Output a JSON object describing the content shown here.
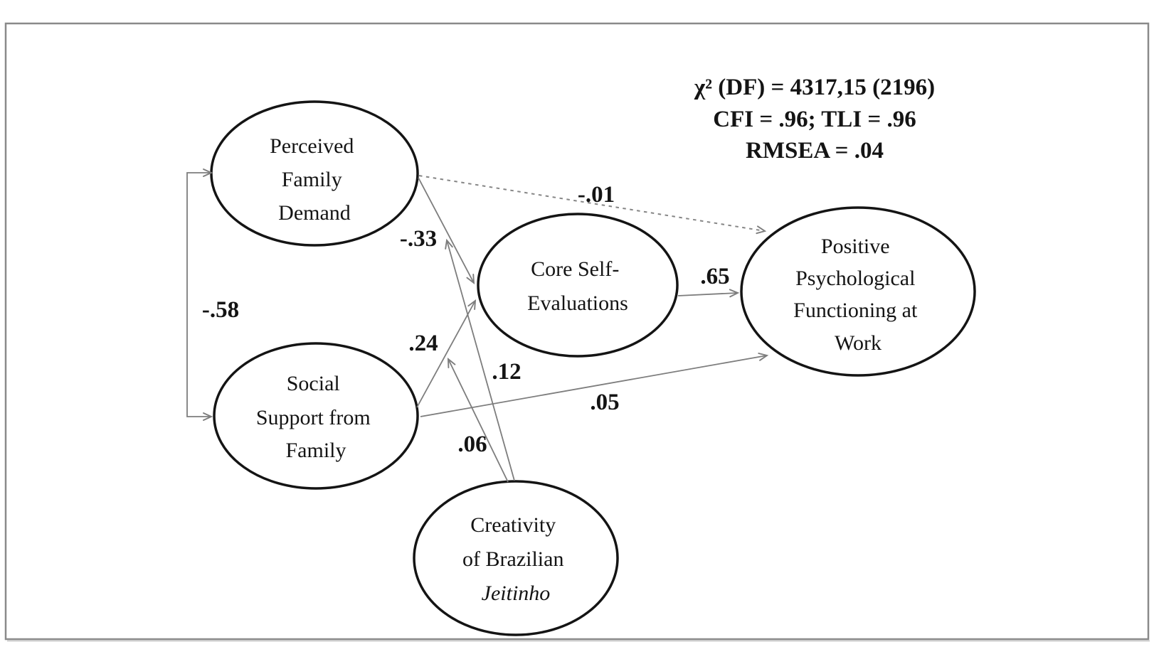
{
  "figure": {
    "background_color": "#ffffff",
    "border_color": "#8a8a8a",
    "edge_color": "#7d7d7d",
    "node_stroke_color": "#141414",
    "text_color": "#141414"
  },
  "fit_statistics": {
    "line1": "χ² (DF) = 4317,15 (2196)",
    "line2": "CFI = .96; TLI = .96",
    "line3": "RMSEA = .04"
  },
  "diagram": {
    "type": "sem-path-diagram",
    "nodes": [
      {
        "id": "perceived-family-demand",
        "lines": [
          "Perceived",
          "Family",
          "Demand"
        ]
      },
      {
        "id": "social-support-from-family",
        "lines": [
          "Social",
          "Support from",
          "Family"
        ]
      },
      {
        "id": "creativity-of-brazilian-jeitinho",
        "lines": [
          "Creativity",
          "of Brazilian",
          "Jeitinho"
        ],
        "italic_line_index": 2
      },
      {
        "id": "core-self-evaluations",
        "lines": [
          "Core Self-",
          "Evaluations"
        ]
      },
      {
        "id": "positive-psychological-functioning-at-work",
        "lines": [
          "Positive",
          "Psychological",
          "Functioning at",
          "Work"
        ]
      }
    ],
    "edges": [
      {
        "from": "perceived-family-demand",
        "to": "social-support-from-family",
        "type": "correlation-double-headed",
        "coefficient": "-.58"
      },
      {
        "from": "perceived-family-demand",
        "to": "core-self-evaluations",
        "type": "direct",
        "coefficient": "-.33"
      },
      {
        "from": "social-support-from-family",
        "to": "core-self-evaluations",
        "type": "direct",
        "coefficient": ".24"
      },
      {
        "from": "creativity-of-brazilian-jeitinho",
        "to": "path:perceived-family-demand->core-self-evaluations",
        "type": "moderation",
        "coefficient": ".12"
      },
      {
        "from": "creativity-of-brazilian-jeitinho",
        "to": "path:social-support-from-family->core-self-evaluations",
        "type": "moderation",
        "coefficient": ".06"
      },
      {
        "from": "social-support-from-family",
        "to": "positive-psychological-functioning-at-work",
        "type": "direct",
        "coefficient": ".05"
      },
      {
        "from": "core-self-evaluations",
        "to": "positive-psychological-functioning-at-work",
        "type": "direct",
        "coefficient": ".65"
      },
      {
        "from": "perceived-family-demand",
        "to": "positive-psychological-functioning-at-work",
        "type": "direct-dashed-nonsignificant",
        "coefficient": "-.01"
      }
    ]
  }
}
